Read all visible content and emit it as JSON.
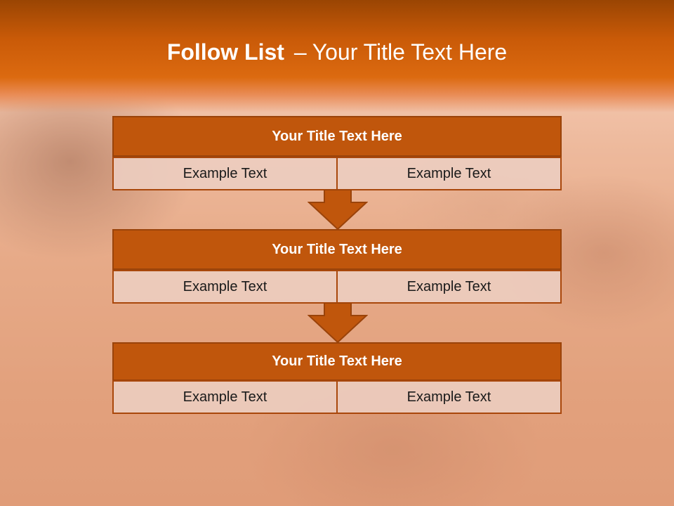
{
  "slide": {
    "title_bold": "Follow List",
    "title_separator": "–",
    "title_rest": "Your Title Text Here"
  },
  "steps": [
    {
      "title": "Your Title Text Here",
      "left": "Example Text",
      "right": "Example Text"
    },
    {
      "title": "Your Title Text Here",
      "left": "Example Text",
      "right": "Example Text"
    },
    {
      "title": "Your Title Text Here",
      "left": "Example Text",
      "right": "Example Text"
    }
  ],
  "colors": {
    "header_fill": "#c0560c",
    "header_border": "#9a430a",
    "cell_fill": "#eccdc0",
    "arrow_fill": "#c0560c",
    "title_band": "#c95a08"
  }
}
